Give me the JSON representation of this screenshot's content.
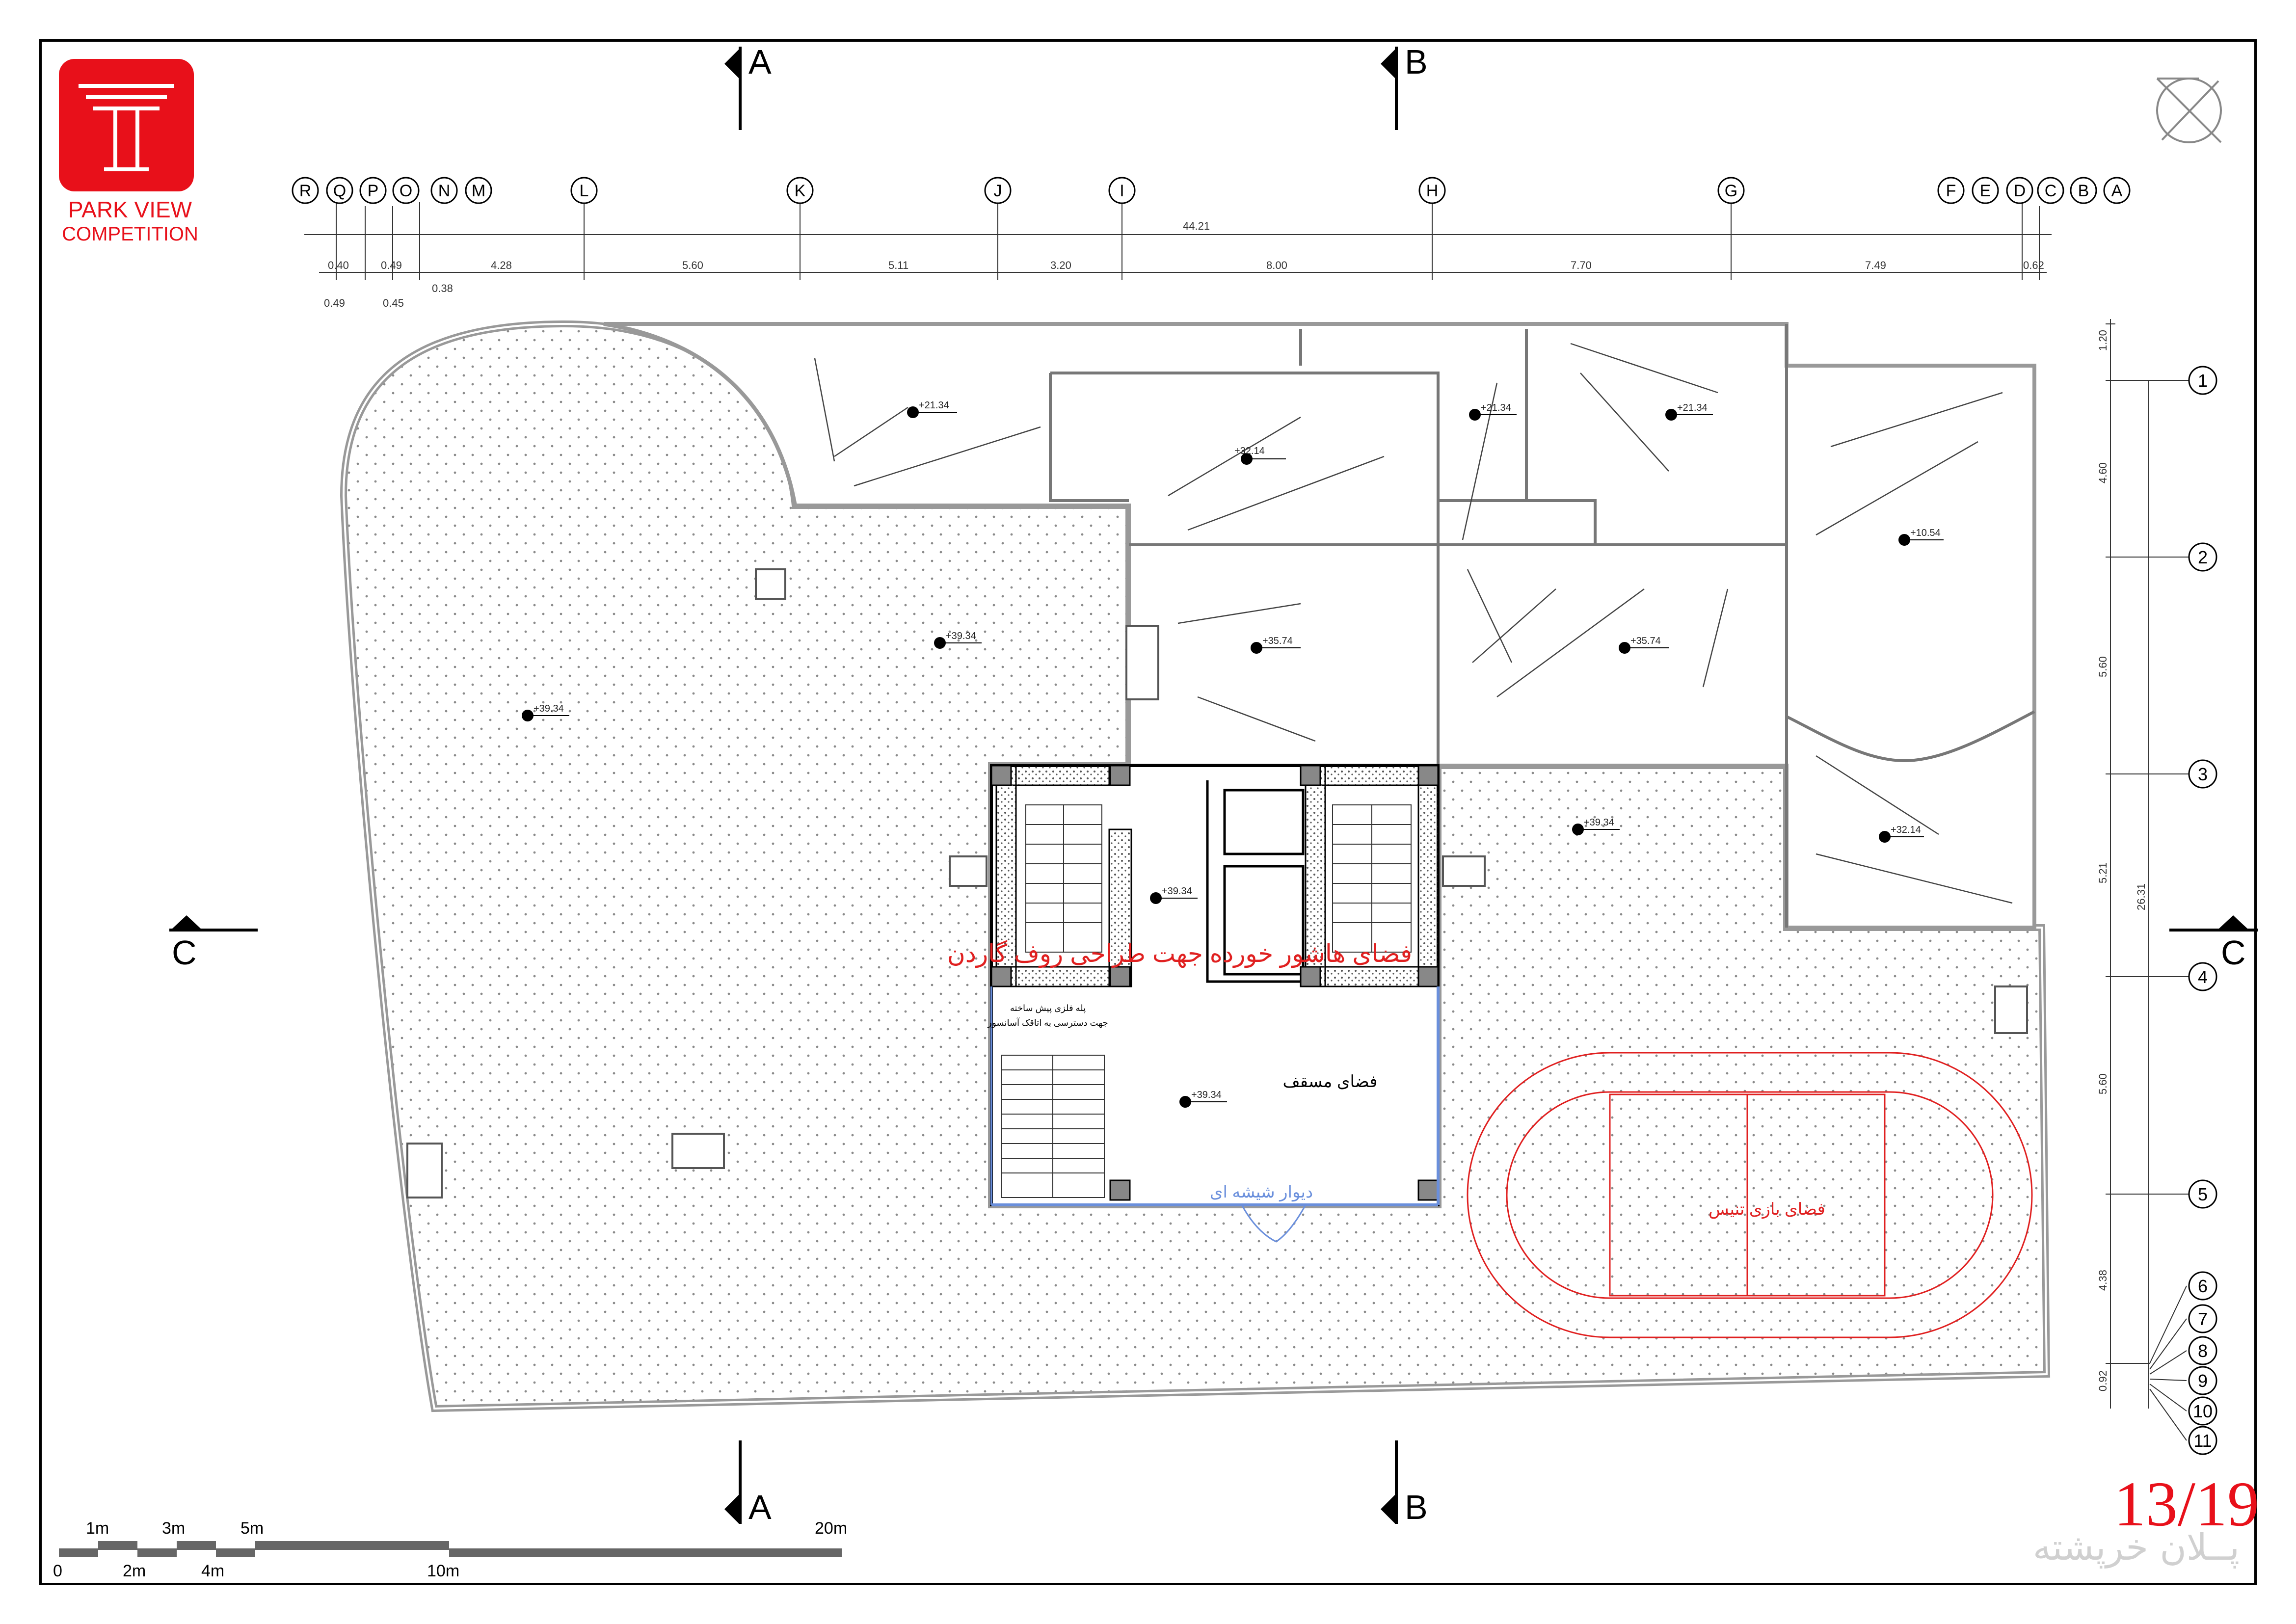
{
  "logo": {
    "line1": "PARK VIEW",
    "line2": "COMPETITION",
    "color": "#e8101a"
  },
  "sheet": {
    "number": "13/19",
    "title": "پــلان خرپشته"
  },
  "section_marks": {
    "a": "A",
    "b": "B",
    "c": "C"
  },
  "grid_columns": [
    "R",
    "Q",
    "P",
    "O",
    "N",
    "M",
    "L",
    "K",
    "J",
    "I",
    "H",
    "G",
    "F",
    "E",
    "D",
    "C",
    "B",
    "A"
  ],
  "grid_rows": [
    "1",
    "2",
    "3",
    "4",
    "5",
    "6",
    "7",
    "8",
    "9",
    "10",
    "11"
  ],
  "dims_top": {
    "total": "44.21",
    "segments": [
      "0.40",
      "0.49",
      "4.28",
      "5.60",
      "5.11",
      "3.20",
      "8.00",
      "7.70",
      "7.49",
      "0.62"
    ],
    "sub": [
      "0.49",
      "0.45",
      "0.38"
    ]
  },
  "dims_right": {
    "total": "26.31",
    "segments": [
      "1.20",
      "4.60",
      "5.60",
      "5.21",
      "5.60",
      "4.38",
      "0.92"
    ]
  },
  "levels": {
    "a": "+21.34",
    "b": "+32.14",
    "c": "+10.54",
    "d": "+35.74",
    "e": "+39.34",
    "f": "+32.14"
  },
  "annotations": {
    "roof_garden": "فضای هاشور خورده جهت طراحی روف گاردن",
    "stair_note_1": "پله فلزی پیش ساخته",
    "stair_note_2": "جهت دسترسی به اتاقک آسانسور",
    "covered_space": "فضای مسقف",
    "glass_wall": "دیوار شیشه ای",
    "tennis": "فضای بازی تنیس"
  },
  "scale_bar": {
    "labels_top": [
      "1m",
      "3m",
      "5m",
      "20m"
    ],
    "labels_bottom": [
      "0",
      "2m",
      "4m",
      "10m"
    ]
  },
  "colors": {
    "accent_red": "#e8101a",
    "annotation_red": "#e02020",
    "glass_blue": "#6a8fdc",
    "hatch": "#9a9a9a"
  }
}
